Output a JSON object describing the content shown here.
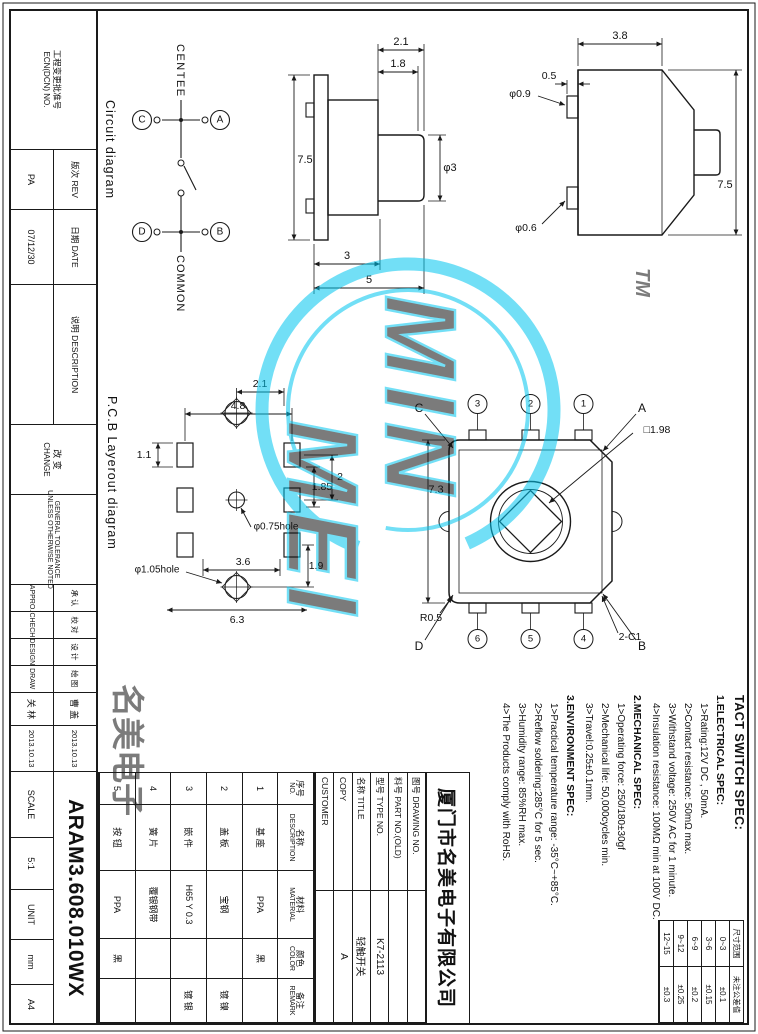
{
  "sheet": {
    "paper": "A4",
    "drawing_number": "ARAM3.608.010WX",
    "scale_label": "SCALE",
    "scale_value": "5:1",
    "unit_label": "UNIT",
    "unit_value": "mm"
  },
  "strip": {
    "ecn_cn": "工程变更批准号",
    "ecn_en": "ECN(DCN) NO.",
    "rev_label": "版次 REV",
    "rev_value": "PA",
    "date_label": "日期 DATE",
    "date_value": "07/12/30",
    "desc_label": "说明 DESCRIPTION",
    "desc_value": "",
    "change_cn": "改 变",
    "change_en": "CHANGE",
    "tol_line1": "GENERAL TOLERANCE",
    "tol_line2": "UNLESS OTHERWISE NOTED",
    "signoff": {
      "appro_cn": "承 认",
      "appro_en": "APPRO.",
      "check_cn": "校 对",
      "check_en": "CHECH",
      "design_cn": "设 计",
      "design_en": "DESIGN",
      "draw_cn": "绘 图",
      "draw_en": "DRAW",
      "sig_top": "曹 盖",
      "sig_bottom": "关 林",
      "date_top": "2013.10.13",
      "date_bottom": "2013.10.13"
    }
  },
  "title_block": {
    "company": "厦门市名美电子有限公司",
    "rows": [
      {
        "label": "图号 DRAWING NO.",
        "value": ""
      },
      {
        "label": "料号 PART NO.(OLD)",
        "value": ""
      },
      {
        "label": "型号 TYPE NO.",
        "value": "K7-2113"
      },
      {
        "label": "名称 TITLE",
        "value": "轻触开关"
      },
      {
        "label": "COPY",
        "value": "A"
      },
      {
        "label": "CUSTOMER",
        "value": ""
      }
    ]
  },
  "parts_table": {
    "headers": [
      {
        "cn": "序号",
        "en": "NO."
      },
      {
        "cn": "名称",
        "en": "DESCRIPTION"
      },
      {
        "cn": "材料",
        "en": "MATERIAL"
      },
      {
        "cn": "颜色",
        "en": "COLOR"
      },
      {
        "cn": "备注",
        "en": "REMARK"
      }
    ],
    "rows": [
      [
        "1",
        "基 座",
        "PPA",
        "黑",
        ""
      ],
      [
        "2",
        "盖 板",
        "宝钢",
        "",
        "镀 镍"
      ],
      [
        "3",
        "嵌 件",
        "H65 Y 0.3",
        "",
        "镀 银"
      ],
      [
        "4",
        "簧 片",
        "覆银钢带",
        "",
        ""
      ],
      [
        "5",
        "按 钮",
        "PPA",
        "黑",
        ""
      ]
    ]
  },
  "tolerance_table": {
    "header_range": "尺寸范围",
    "header_tol": "未注公差值",
    "rows": [
      [
        "0~3",
        "±0.1"
      ],
      [
        "3~6",
        "±0.15"
      ],
      [
        "6~9",
        "±0.2"
      ],
      [
        "9~12",
        "±0.25"
      ],
      [
        "12~15",
        "±0.3"
      ]
    ]
  },
  "spec": {
    "title": "TACT SWITCH SPEC:",
    "sections": [
      {
        "heading": "1.ELECTRICAL SPEC:",
        "items": [
          "1>Rating:12V DC , 50mA.",
          "2>Contact resistance:  50mΩ max.",
          "3>Withstand voltage:  250V AC for 1 minute.",
          "4>Insulation resistance:  100MΩ min at 100V DC."
        ]
      },
      {
        "heading": "2.MECHANICAL SPEC:",
        "items": [
          "1>Operating force:  250/180±30gf",
          "2>Mechanical life:  50,000cycles min.",
          "3>Travel:0.25±0.1mm."
        ]
      },
      {
        "heading": "3.ENVIRONMENT SPEC:",
        "items": [
          "1>Practical temperature range:  -35°C~+85°C.",
          "2>Reflow soldering:285°C for 5 sec.",
          "3>Humidity range:  85%RH max.",
          "4>The Products comply with RoHS."
        ]
      }
    ]
  },
  "figures": {
    "front_view": {
      "d75": "7.5",
      "d38": "3.8",
      "d05": "0.5",
      "d09": "φ0.9",
      "d06": "φ0.6"
    },
    "side_view": {
      "d21": "2.1",
      "d18": "1.8",
      "dphi3": "φ3",
      "d3": "3",
      "d5": "5",
      "d75": "7.5"
    },
    "circuit": {
      "center": "CENTEE",
      "common": "COMMON",
      "caption": "Circuit diagram",
      "terminals": [
        "A",
        "B",
        "C",
        "D"
      ]
    },
    "top_view": {
      "d73": "7.3",
      "sq": "□1.98",
      "radius": "R0.5",
      "chamfer": "2-C1",
      "corners": [
        "A",
        "B",
        "C",
        "D"
      ],
      "pins": [
        "1",
        "2",
        "3",
        "4",
        "5",
        "6"
      ]
    },
    "pcb": {
      "caption": "P.C.B Layerout diagram",
      "d21": "2.1",
      "d11": "1.1",
      "d185": "1.85",
      "d2": "2",
      "d48": "4.8",
      "d36": "3.6",
      "d63": "6.3",
      "d19": "1.9",
      "hole1": "φ1.05hole",
      "hole2": "φ0.75hole"
    }
  },
  "watermark": {
    "word1": "MIN",
    "word2": "MEI",
    "tm": "TM",
    "cjk": "名美电子",
    "color": "#00c5ef"
  }
}
